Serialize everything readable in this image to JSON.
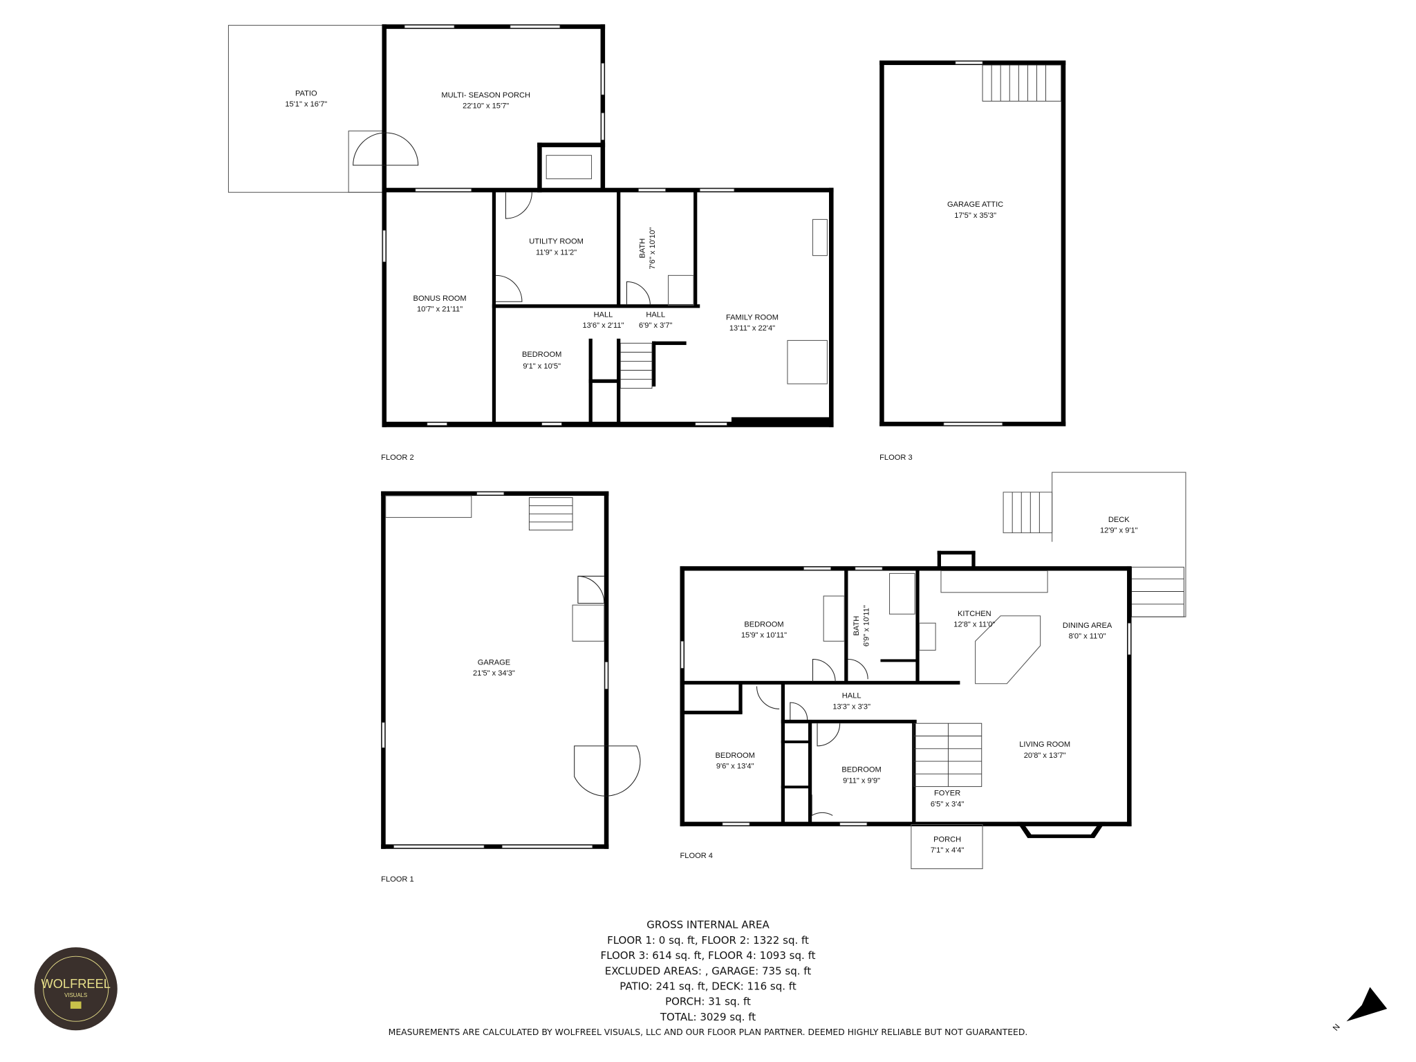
{
  "floors": {
    "floor2": {
      "label": "FLOOR 2",
      "rooms": [
        {
          "name": "PATIO",
          "size": "15'1\" x 16'7\""
        },
        {
          "name": "MULTI- SEASON PORCH",
          "size": "22'10\" x 15'7\""
        },
        {
          "name": "UTILITY ROOM",
          "size": "11'9\" x 11'2\""
        },
        {
          "name": "BATH",
          "size": "7'6\" x 10'10\""
        },
        {
          "name": "BONUS ROOM",
          "size": "10'7\" x 21'11\""
        },
        {
          "name": "HALL",
          "size": "13'6\" x 2'11\""
        },
        {
          "name": "HALL",
          "size": "6'9\" x 3'7\""
        },
        {
          "name": "FAMILY ROOM",
          "size": "13'11\" x 22'4\""
        },
        {
          "name": "BEDROOM",
          "size": "9'1\" x 10'5\""
        }
      ]
    },
    "floor3": {
      "label": "FLOOR 3",
      "rooms": [
        {
          "name": "GARAGE ATTIC",
          "size": "17'5\" x 35'3\""
        }
      ]
    },
    "floor1": {
      "label": "FLOOR 1",
      "rooms": [
        {
          "name": "GARAGE",
          "size": "21'5\" x 34'3\""
        }
      ]
    },
    "floor4": {
      "label": "FLOOR 4",
      "rooms": [
        {
          "name": "DECK",
          "size": "12'9\" x 9'1\""
        },
        {
          "name": "BEDROOM",
          "size": "15'9\" x 10'11\""
        },
        {
          "name": "BATH",
          "size": "6'9\" x 10'11\""
        },
        {
          "name": "KITCHEN",
          "size": "12'8\" x 11'0\""
        },
        {
          "name": "DINING AREA",
          "size": "8'0\" x 11'0\""
        },
        {
          "name": "HALL",
          "size": "13'3\" x 3'3\""
        },
        {
          "name": "BEDROOM",
          "size": "9'6\" x 13'4\""
        },
        {
          "name": "BEDROOM",
          "size": "9'11\" x 9'9\""
        },
        {
          "name": "LIVING ROOM",
          "size": "20'8\" x 13'7\""
        },
        {
          "name": "FOYER",
          "size": "6'5\" x 3'4\""
        },
        {
          "name": "PORCH",
          "size": "7'1\" x 4'4\""
        }
      ]
    }
  },
  "summary": {
    "title": "GROSS INTERNAL AREA",
    "lines": [
      "FLOOR 1: 0 sq. ft, FLOOR 2: 1322 sq. ft",
      "FLOOR 3: 614 sq. ft, FLOOR 4: 1093 sq. ft",
      "EXCLUDED AREAS: , GARAGE: 735 sq. ft",
      "PATIO: 241 sq. ft, DECK: 116 sq. ft",
      "PORCH: 31 sq. ft",
      "TOTAL: 3029 sq. ft"
    ],
    "disclaimer": "MEASUREMENTS ARE CALCULATED BY WOLFREEL VISUALS, LLC AND OUR FLOOR PLAN PARTNER. DEEMED HIGHLY RELIABLE BUT NOT GUARANTEED."
  },
  "logo": {
    "text": "WOLFREEL",
    "subtext": "VISUALS",
    "bg_color": "#3a302c",
    "accent_color": "#e8e08a"
  },
  "compass": {
    "label": "N",
    "icon": "north-arrow-icon"
  }
}
